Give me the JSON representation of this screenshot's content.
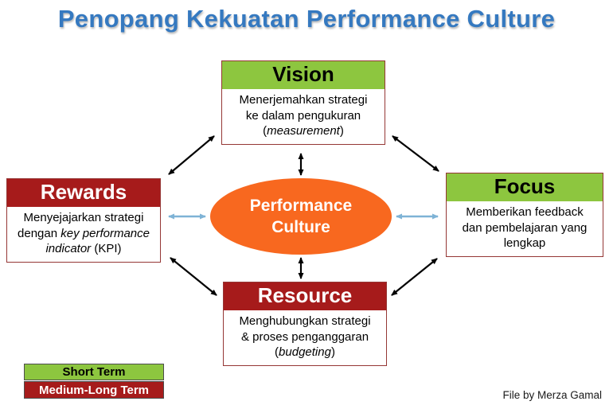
{
  "title": "Penopang Kekuatan Performance Culture",
  "colors": {
    "title_blue": "#3579C0",
    "green": "#8DC63F",
    "dark_red": "#A61B1B",
    "orange": "#F8681F",
    "box_border": "#953735",
    "blue_arrow": "#7EB3D6",
    "black_arrow": "#000000"
  },
  "center": {
    "line1": "Performance",
    "line2": "Culture"
  },
  "boxes": {
    "vision": {
      "title": "Vision",
      "line1": "Menerjemahkan strategi",
      "line2": "ke dalam pengukuran",
      "line3_open": "(",
      "line3_italic": "measurement",
      "line3_close": ")"
    },
    "rewards": {
      "title": "Rewards",
      "line1": "Menyejajarkan strategi",
      "line2_pre": "dengan ",
      "line2_italic": "key performance",
      "line3_italic": "indicator",
      "line3_post": " (KPI)"
    },
    "focus": {
      "title": "Focus",
      "line1": "Memberikan feedback",
      "line2": "dan pembelajaran yang",
      "line3": "lengkap"
    },
    "resource": {
      "title": "Resource",
      "line1": "Menghubungkan strategi",
      "line2": "& proses penganggaran",
      "line3_open": "(",
      "line3_italic": "budgeting",
      "line3_close": ")"
    }
  },
  "legend": {
    "short_term": "Short Term",
    "medium_long_term": "Medium-Long Term"
  },
  "credit": "File by Merza Gamal"
}
